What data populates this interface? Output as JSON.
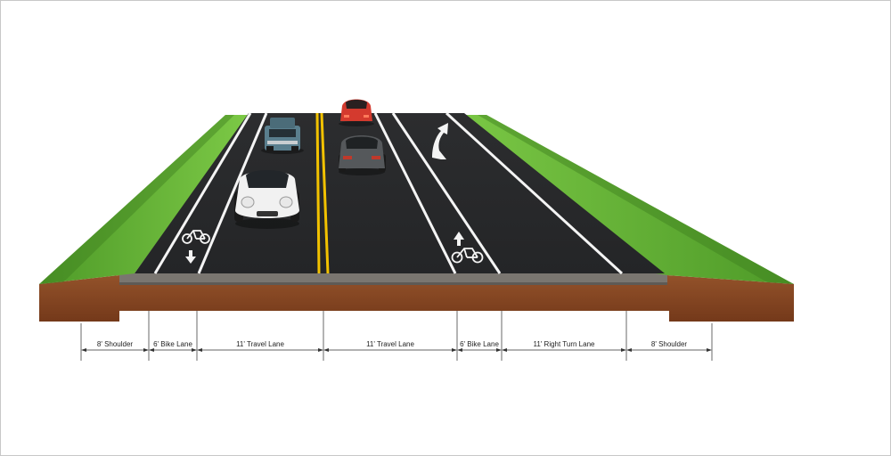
{
  "colors": {
    "grass_light": "#6fbf3a",
    "grass_dark": "#3f8a22",
    "asphalt": "#2a2b2d",
    "soil": "#8a4a24",
    "soil_dark": "#6a3518",
    "gravel": "#7a7670",
    "yellow_line": "#f2c200",
    "white_line": "#f4f4f4",
    "dimension_line": "#333333"
  },
  "icons": [
    "bicycle-icon",
    "arrow-down-icon",
    "arrow-up-icon",
    "right-turn-arrow-icon"
  ],
  "vehicles": [
    {
      "name": "white-sports-car",
      "color": "#f1f1f1"
    },
    {
      "name": "blue-pickup-truck",
      "color": "#5a7f8e"
    },
    {
      "name": "red-sedan",
      "color": "#d43a2e"
    },
    {
      "name": "gray-sedan",
      "color": "#55585b"
    }
  ],
  "dimensions": [
    {
      "label": "8' Shoulder"
    },
    {
      "label": "6' Bike Lane"
    },
    {
      "label": "11' Travel Lane"
    },
    {
      "label": "11' Travel Lane"
    },
    {
      "label": "6' Bike Lane"
    },
    {
      "label": "11' Right Turn Lane"
    },
    {
      "label": "8' Shoulder"
    }
  ]
}
